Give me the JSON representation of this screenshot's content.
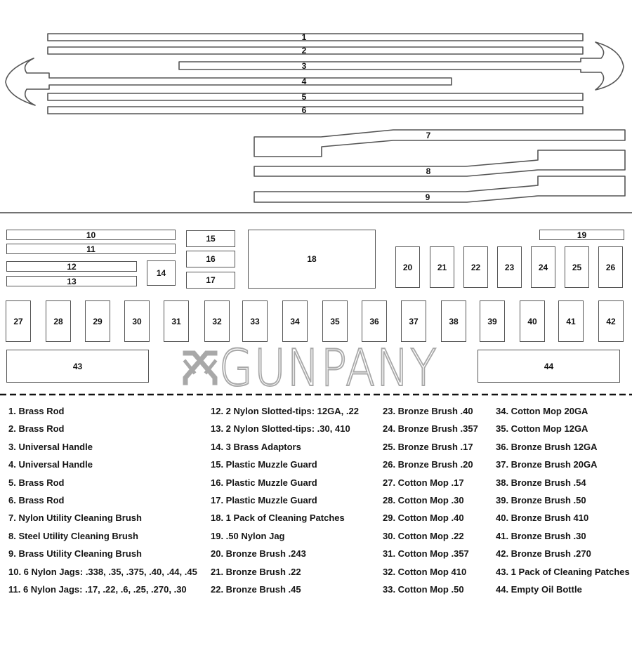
{
  "part_numbers": [
    "1",
    "2",
    "3",
    "4",
    "5",
    "6",
    "7",
    "8",
    "9",
    "10",
    "11",
    "12",
    "13",
    "14",
    "15",
    "16",
    "17",
    "18",
    "19",
    "20",
    "21",
    "22",
    "23",
    "24",
    "25",
    "26",
    "27",
    "28",
    "29",
    "30",
    "31",
    "32",
    "33",
    "34",
    "35",
    "36",
    "37",
    "38",
    "39",
    "40",
    "41",
    "42",
    "43",
    "44"
  ],
  "logo": {
    "text": "GUNPANY",
    "color": "#a8a8a8"
  },
  "legend": [
    "1. Brass Rod",
    "2. Brass Rod",
    "3. Universal Handle",
    "4. Universal Handle",
    "5. Brass Rod",
    "6. Brass Rod",
    "7. Nylon Utility Cleaning Brush",
    "8. Steel Utility Cleaning Brush",
    "9. Brass Utility Cleaning Brush",
    "10. 6 Nylon Jags: .338, .35, .375, .40, .44, .45",
    "11. 6 Nylon Jags: .17, .22, .6, .25, .270, .30",
    "12. 2 Nylon Slotted-tips: 12GA, .22",
    "13. 2 Nylon Slotted-tips: .30, 410",
    "14. 3 Brass Adaptors",
    "15. Plastic Muzzle Guard",
    "16. Plastic Muzzle Guard",
    "17. Plastic Muzzle Guard",
    "18. 1 Pack of Cleaning Patches",
    "19. .50 Nylon Jag",
    "20. Bronze Brush .243",
    "21. Bronze Brush .22",
    "22. Bronze Brush .45",
    "23. Bronze Brush .40",
    "24. Bronze Brush .357",
    "25. Bronze Brush .17",
    "26. Bronze Brush .20",
    "27. Cotton Mop .17",
    "28. Cotton Mop .30",
    "29. Cotton Mop .40",
    "30. Cotton Mop .22",
    "31. Cotton Mop .357",
    "32. Cotton Mop 410",
    "33. Cotton Mop .50",
    "34. Cotton Mop 20GA",
    "35. Cotton Mop 12GA",
    "36. Bronze Brush 12GA",
    "37. Bronze Brush 20GA",
    "38. Bronze Brush .54",
    "39. Bronze Brush .50",
    "40. Bronze Brush 410",
    "41. Bronze Brush .30",
    "42. Bronze Brush .270",
    "43. 1 Pack of Cleaning Patches",
    "44. Empty Oil Bottle"
  ]
}
